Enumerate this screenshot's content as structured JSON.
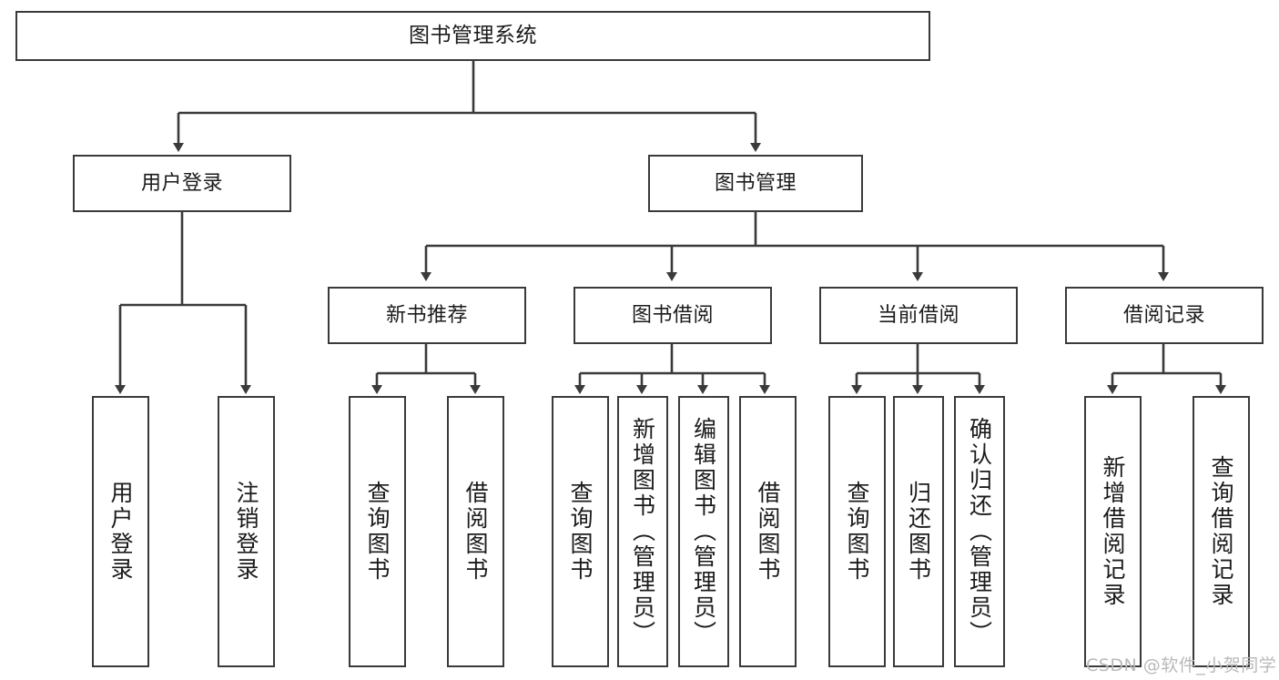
{
  "diagram": {
    "title": "图书管理系统",
    "type": "tree-hierarchy-chart",
    "root": {
      "id": "root",
      "label": "图书管理系统"
    },
    "level2": [
      {
        "id": "user-login",
        "label": "用户登录"
      },
      {
        "id": "book-management",
        "label": "图书管理"
      }
    ],
    "level3": [
      {
        "id": "new-book-recommend",
        "label": "新书推荐",
        "parent": "book-management"
      },
      {
        "id": "book-borrow",
        "label": "图书借阅",
        "parent": "book-management"
      },
      {
        "id": "current-borrow",
        "label": "当前借阅",
        "parent": "book-management"
      },
      {
        "id": "borrow-record",
        "label": "借阅记录",
        "parent": "book-management"
      }
    ],
    "leaves": [
      {
        "id": "leaf-user-login",
        "label": "用户登录",
        "parent": "user-login"
      },
      {
        "id": "leaf-logout",
        "label": "注销登录",
        "parent": "user-login"
      },
      {
        "id": "leaf-query-book-1",
        "label": "查询图书",
        "parent": "new-book-recommend"
      },
      {
        "id": "leaf-borrow-book-1",
        "label": "借阅图书",
        "parent": "new-book-recommend"
      },
      {
        "id": "leaf-query-book-2",
        "label": "查询图书",
        "parent": "book-borrow"
      },
      {
        "id": "leaf-add-book",
        "label": "新增图书（管理员）",
        "parent": "book-borrow"
      },
      {
        "id": "leaf-edit-book",
        "label": "编辑图书（管理员）",
        "parent": "book-borrow"
      },
      {
        "id": "leaf-borrow-book-2",
        "label": "借阅图书",
        "parent": "book-borrow"
      },
      {
        "id": "leaf-query-book-3",
        "label": "查询图书",
        "parent": "current-borrow"
      },
      {
        "id": "leaf-return-book",
        "label": "归还图书",
        "parent": "current-borrow"
      },
      {
        "id": "leaf-confirm-return",
        "label": "确认归还（管理员）",
        "parent": "current-borrow"
      },
      {
        "id": "leaf-add-record",
        "label": "新增借阅记录",
        "parent": "borrow-record"
      },
      {
        "id": "leaf-query-record",
        "label": "查询借阅记录",
        "parent": "borrow-record"
      }
    ]
  },
  "watermark": {
    "text": "CSDN @软件_小贺同学"
  },
  "colors": {
    "stroke": "#3a3a3a",
    "background": "#ffffff",
    "text": "#1b1b1b",
    "watermark": "#b9b9b9"
  }
}
